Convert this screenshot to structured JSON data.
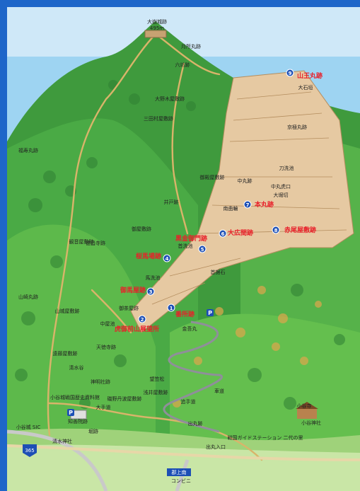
{
  "labels": {
    "ootake_maruato": "大嶽城跡",
    "elevation": "495m",
    "tsukisho_maru": "月所丸跡",
    "rokubo_ato": "六坊跡",
    "onozuko_yashiki": "大野木屋敷跡",
    "mitamura_yashiki": "三田村屋敷跡",
    "fukuju_maru": "福寿丸跡",
    "yamazaki_maru": "山崎丸跡",
    "sanno_maru": "山王丸跡",
    "oishigaki": "大石垣",
    "kyogoku_maru": "京極丸跡",
    "nakanomaru": "中丸跡",
    "nakanomaru2": "中丸虎口",
    "kounaru": "刀洗池",
    "ohori_kiri": "大堀切",
    "goten_yashiki": "御殿屋敷跡",
    "hon_maru": "本丸跡",
    "shiragara": "南曲輪",
    "akao_yashiki": "赤尾屋敷跡",
    "ohiroma": "大広間跡",
    "kurogane_gate": "黒金御門跡",
    "sakurababa": "桜馬場跡",
    "umaarai": "馬洗池",
    "sanba": "首据石",
    "ouma_yashiki": "御馬屋跡",
    "kaminoki": "御茶屋跡",
    "torago_kojo": "虎御前山展望所",
    "bansho": "番所跡",
    "idoato": "井戸跡",
    "mizuno_yashiki": "御屋敷跡",
    "kannon_yashiki": "観音屋敷跡",
    "tokuro_dera": "徳昌寺跡",
    "yamashiro_yashiki": "山城屋敷跡",
    "koyashikiato": "小谷城戦国歴史資料館",
    "dowa_park": "中屋池",
    "tentoku": "天徳寺跡",
    "seisui": "清水谷",
    "jinmei": "神明社跡",
    "isono_yashiki": "磯野丹波屋敷跡",
    "chishakuin": "知善院跡",
    "ohashi": "大手道",
    "sakurayashiki": "遠藤屋敷跡",
    "hoshin_yashiki": "浅井屋敷跡",
    "kaneharu": "金吾丸",
    "shakenuki": "望笠松",
    "jinjabasho": "首洗池",
    "kuruma_michi": "車道",
    "ote_michi": "追手道",
    "demaru": "出丸跡",
    "odani_jinja": "小谷神社",
    "odani_dera": "小谷寺",
    "station": "戦国ガイドステーション 二代の里",
    "shimizu_jinja": "清水神社",
    "horiato": "堀跡",
    "sic": "小谷城 SIC",
    "route_no": "365",
    "bottom_road": "郡上南",
    "convenience": "コンビニ",
    "kinokawa": "出丸入口"
  },
  "badges": [
    {
      "n": "1"
    },
    {
      "n": "2"
    },
    {
      "n": "3"
    },
    {
      "n": "4"
    },
    {
      "n": "5"
    },
    {
      "n": "6"
    },
    {
      "n": "7"
    },
    {
      "n": "8"
    },
    {
      "n": "9"
    }
  ],
  "colors": {
    "frame": "#1e66c9",
    "forest_dark": "#2f8a3a",
    "forest_light": "#6fc04b",
    "trail": "#d9b46a",
    "earthwork": "#e6c9a2",
    "highlight_red": "#e8202a",
    "badge_blue": "#1d4fb5"
  }
}
